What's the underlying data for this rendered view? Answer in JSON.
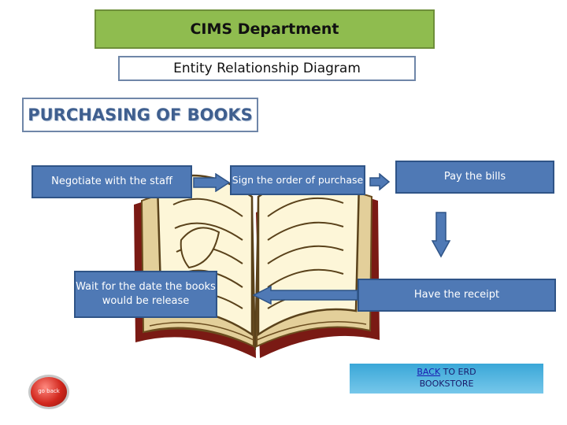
{
  "header": {
    "department": "CIMS Department",
    "subtitle": "Entity Relationship Diagram"
  },
  "title": "PURCHASING OF BOOKS",
  "steps": [
    {
      "text": "Negotiate with the staff"
    },
    {
      "text": "Sign the order of purchase"
    },
    {
      "text": "Pay the bills"
    },
    {
      "text": "Have the receipt"
    },
    {
      "text": "Wait for the date the books would be release"
    }
  ],
  "back_link": {
    "linked_word": "BACK",
    "rest": " TO ERD",
    "line2": "BOOKSTORE"
  },
  "go_back_button": {
    "label": "go back"
  },
  "colors": {
    "header_green": "#8fbc4f",
    "step_blue": "#4f79b5",
    "title_blue": "#3f5f8f"
  }
}
